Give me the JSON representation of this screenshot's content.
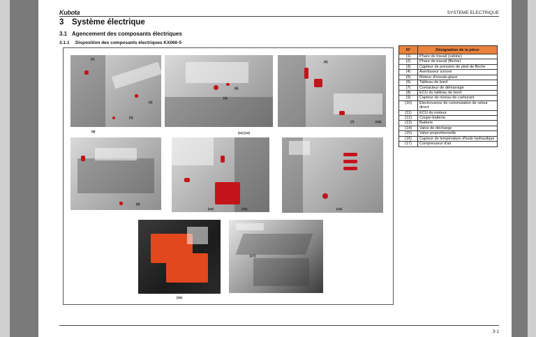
{
  "header": {
    "brand": "Kubota",
    "section_name": "SYSTEME ELECTRIQUE"
  },
  "headings": {
    "h1_num": "3",
    "h1_text": "Système électrique",
    "h2_num": "3.1",
    "h2_text": "Agencement des composants électriques",
    "h3_num": "3.1.1",
    "h3_text": "Disposition des composants électriques KX060-5"
  },
  "figure": {
    "callouts": {
      "c1": "(1)",
      "c2": "(2)",
      "c3": "(3)",
      "c4": "(4)",
      "c5": "(5)",
      "c6": "(6)",
      "c7": "(7)",
      "c8": "(8)",
      "c9": "(9)",
      "c10": "(10)",
      "c11_12": "(11) (12)",
      "c13": "(13)",
      "c14": "(14)",
      "c15": "(15)",
      "c16": "(16)",
      "c17": "(17)"
    }
  },
  "parts_table": {
    "col_num": "N°",
    "col_name": "Désignation de la pièce",
    "rows": [
      {
        "n": "(1)",
        "name": "Phare de travail (cabine)"
      },
      {
        "n": "(2)",
        "name": "Phare de travail (flèche)"
      },
      {
        "n": "(3)",
        "name": "Capteur de pression de pied de flèche"
      },
      {
        "n": "(4)",
        "name": "Avertisseur sonore"
      },
      {
        "n": "(5)",
        "name": "Moteur d'essuie-glace"
      },
      {
        "n": "(6)",
        "name": "Tableau de bord"
      },
      {
        "n": "(7)",
        "name": "Contacteur de démarrage"
      },
      {
        "n": "(8)",
        "name": "ECU du tableau de bord"
      },
      {
        "n": "(9)",
        "name": "Capteur de niveau de carburant"
      },
      {
        "n": "(10)",
        "name": "Electrovanne de commutation de retour direct"
      },
      {
        "n": "(11)",
        "name": "ECU du moteur"
      },
      {
        "n": "(12)",
        "name": "Coupe-batterie"
      },
      {
        "n": "(13)",
        "name": "Batterie"
      },
      {
        "n": "(14)",
        "name": "Valve de décharge"
      },
      {
        "n": "(15)",
        "name": "Valve proportionnelle"
      },
      {
        "n": "(16)",
        "name": "Capteur de température d'huile hydraulique"
      },
      {
        "n": "(17)",
        "name": "Compresseur d'air"
      }
    ]
  },
  "footer": {
    "page_number": "3-1"
  },
  "colors": {
    "table_header": "#e9823c",
    "component_highlight": "#c4141b",
    "valve_orange": "#e2481d"
  }
}
